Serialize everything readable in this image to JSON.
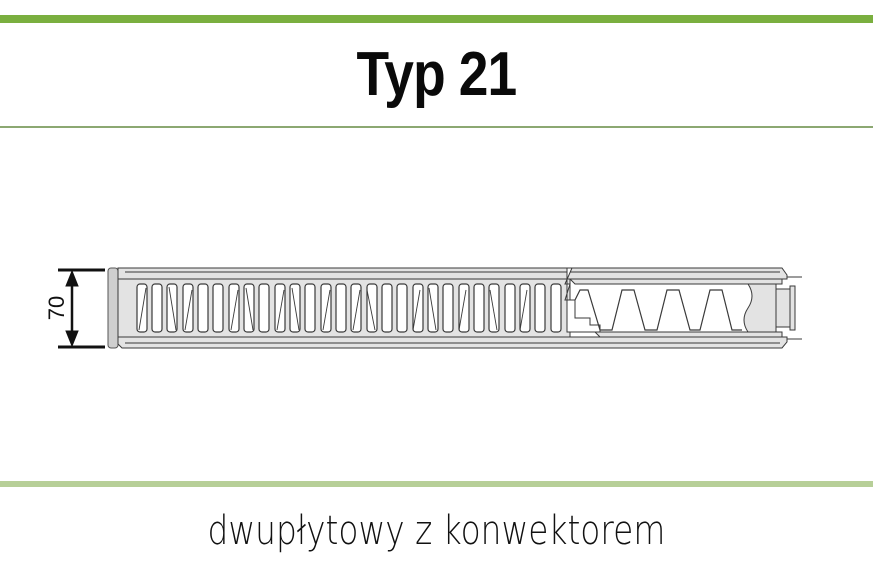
{
  "header": {
    "title": "Typ 21",
    "accent_color": "#7aaf3f",
    "rule_color": "#8ca872"
  },
  "diagram": {
    "description": "Cross-section of a double-panel radiator with one convector",
    "dimension": {
      "label": "70",
      "unit_implied": "mm"
    },
    "colors": {
      "panel_fill": "#e3e3e3",
      "outline": "#3a3a3a",
      "dimension_line": "#111111"
    }
  },
  "footer": {
    "subtitle": "dwupłytowy z konwektorem",
    "band_color": "#b7cf98"
  }
}
